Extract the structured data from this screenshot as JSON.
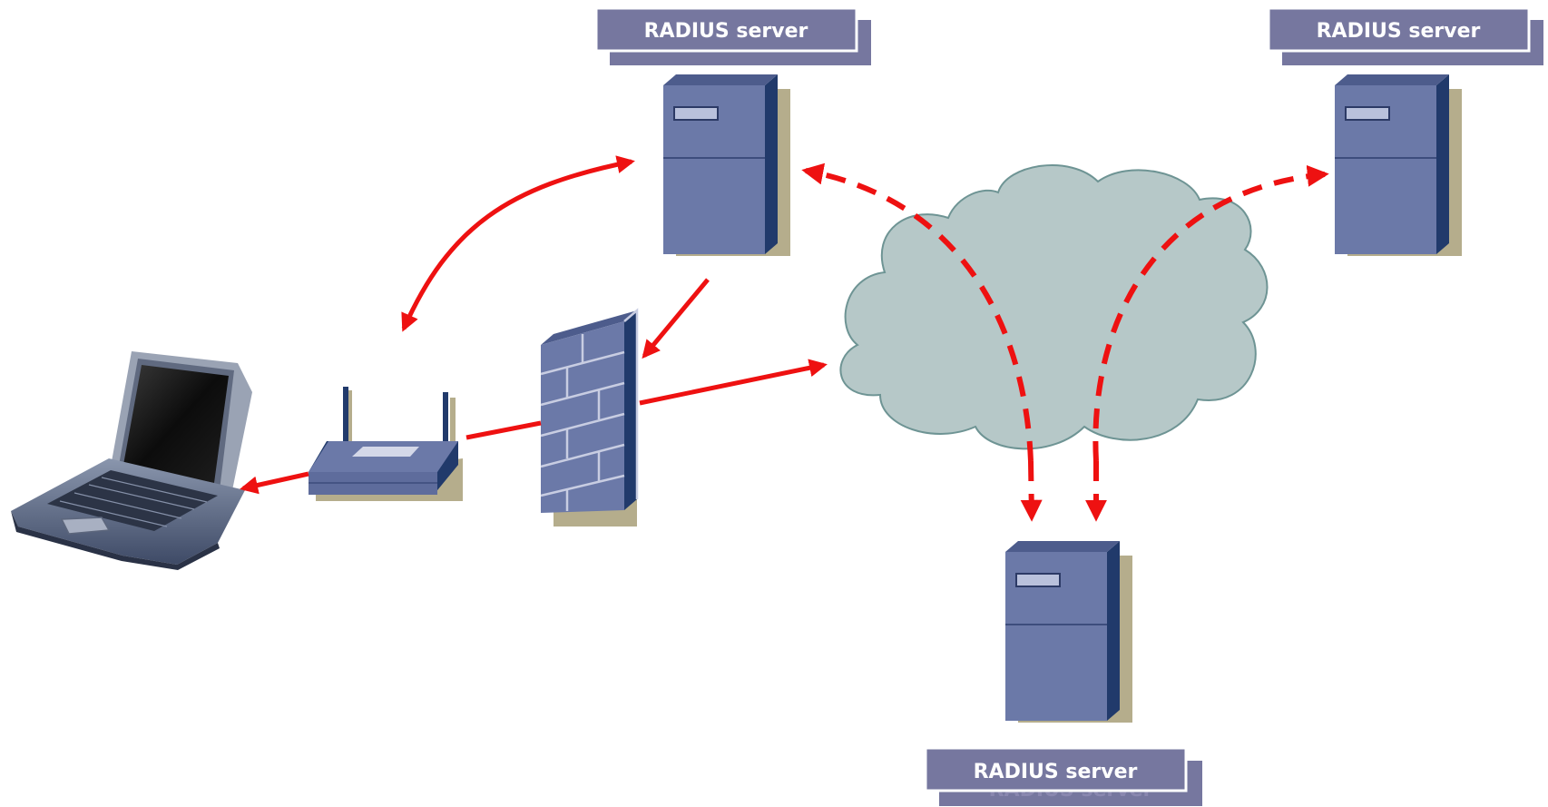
{
  "diagram": {
    "nodes": {
      "laptop": {
        "icon": "laptop-icon"
      },
      "access_point": {
        "icon": "wireless-router-icon"
      },
      "firewall": {
        "icon": "firewall-icon"
      },
      "cloud": {
        "icon": "cloud-icon"
      },
      "server_top": {
        "icon": "server-icon",
        "label": "RADIUS server"
      },
      "server_right": {
        "icon": "server-icon",
        "label": "RADIUS server"
      },
      "server_bottom": {
        "icon": "server-icon",
        "label": "RADIUS server"
      }
    },
    "links": [
      {
        "from": "access_point",
        "to": "server_top",
        "style": "solid",
        "arrows": "both"
      },
      {
        "from": "access_point",
        "to": "laptop",
        "style": "solid",
        "arrows": "end"
      },
      {
        "from": "server_top",
        "to": "firewall",
        "style": "solid",
        "arrows": "end"
      },
      {
        "from": "firewall",
        "to": "cloud",
        "style": "solid",
        "arrows": "end"
      },
      {
        "from": "cloud",
        "to": "server_top",
        "style": "dashed",
        "arrows": "end"
      },
      {
        "from": "cloud",
        "to": "server_right",
        "style": "dashed",
        "arrows": "end"
      },
      {
        "from": "cloud",
        "to": "server_bottom",
        "style": "dashed",
        "arrows": "end"
      }
    ],
    "colors": {
      "arrow": "#ee1111",
      "server_front": "#6b79a8",
      "server_side": "#213a6b",
      "server_shadow": "#b5ad8c",
      "label_bg": "#76779f",
      "cloud_fill": "#b6c8c8",
      "cloud_stroke": "#6e9494"
    }
  }
}
